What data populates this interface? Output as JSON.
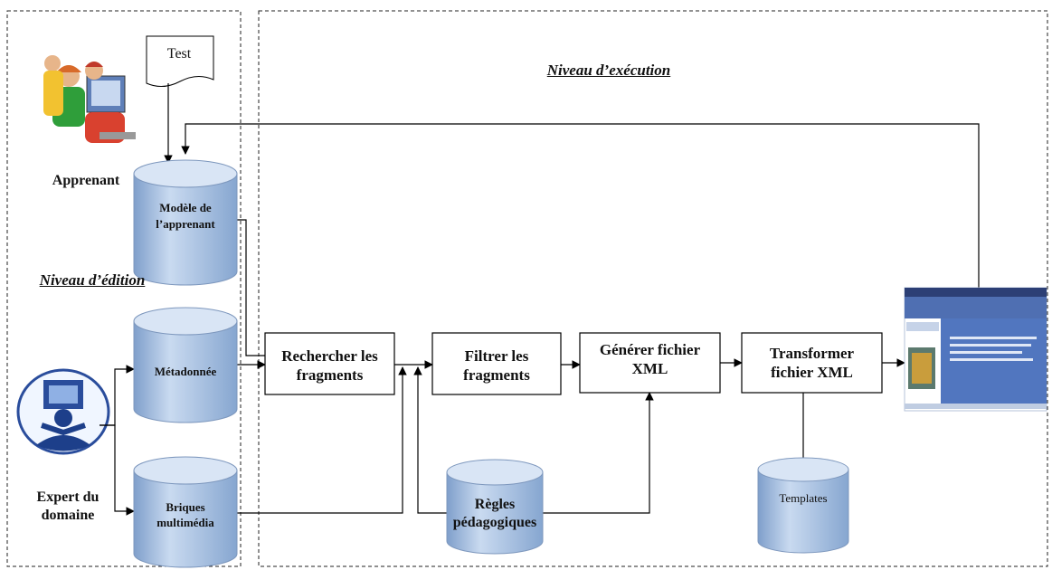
{
  "levels": {
    "edition": "Niveau d’édition",
    "execution": "Niveau d’exécution"
  },
  "actors": {
    "learner": "Apprenant",
    "expert_line1": "Expert du",
    "expert_line2": "domaine"
  },
  "test_doc": "Test",
  "databases": {
    "learner_model_line1": "Modèle de",
    "learner_model_line2": "l’apprenant",
    "metadata": "Métadonnée",
    "media_line1": "Briques",
    "media_line2": "multimédia",
    "rules_line1": "Règles",
    "rules_line2": "pédagogiques",
    "templates": "Templates"
  },
  "processes": {
    "search_line1": "Rechercher les",
    "search_line2": "fragments",
    "filter_line1": "Filtrer les",
    "filter_line2": "fragments",
    "generate_line1": "Générer fichier",
    "generate_line2": "XML",
    "transform_line1": "Transformer",
    "transform_line2": "fichier XML"
  },
  "icons": [
    "learners-at-computer-icon",
    "expert-meditating-icon",
    "web-page-screenshot-icon"
  ],
  "colors": {
    "cylinder": "#a9c2e3",
    "cylinder_top": "#d6e3f4",
    "stroke": "#000000"
  }
}
